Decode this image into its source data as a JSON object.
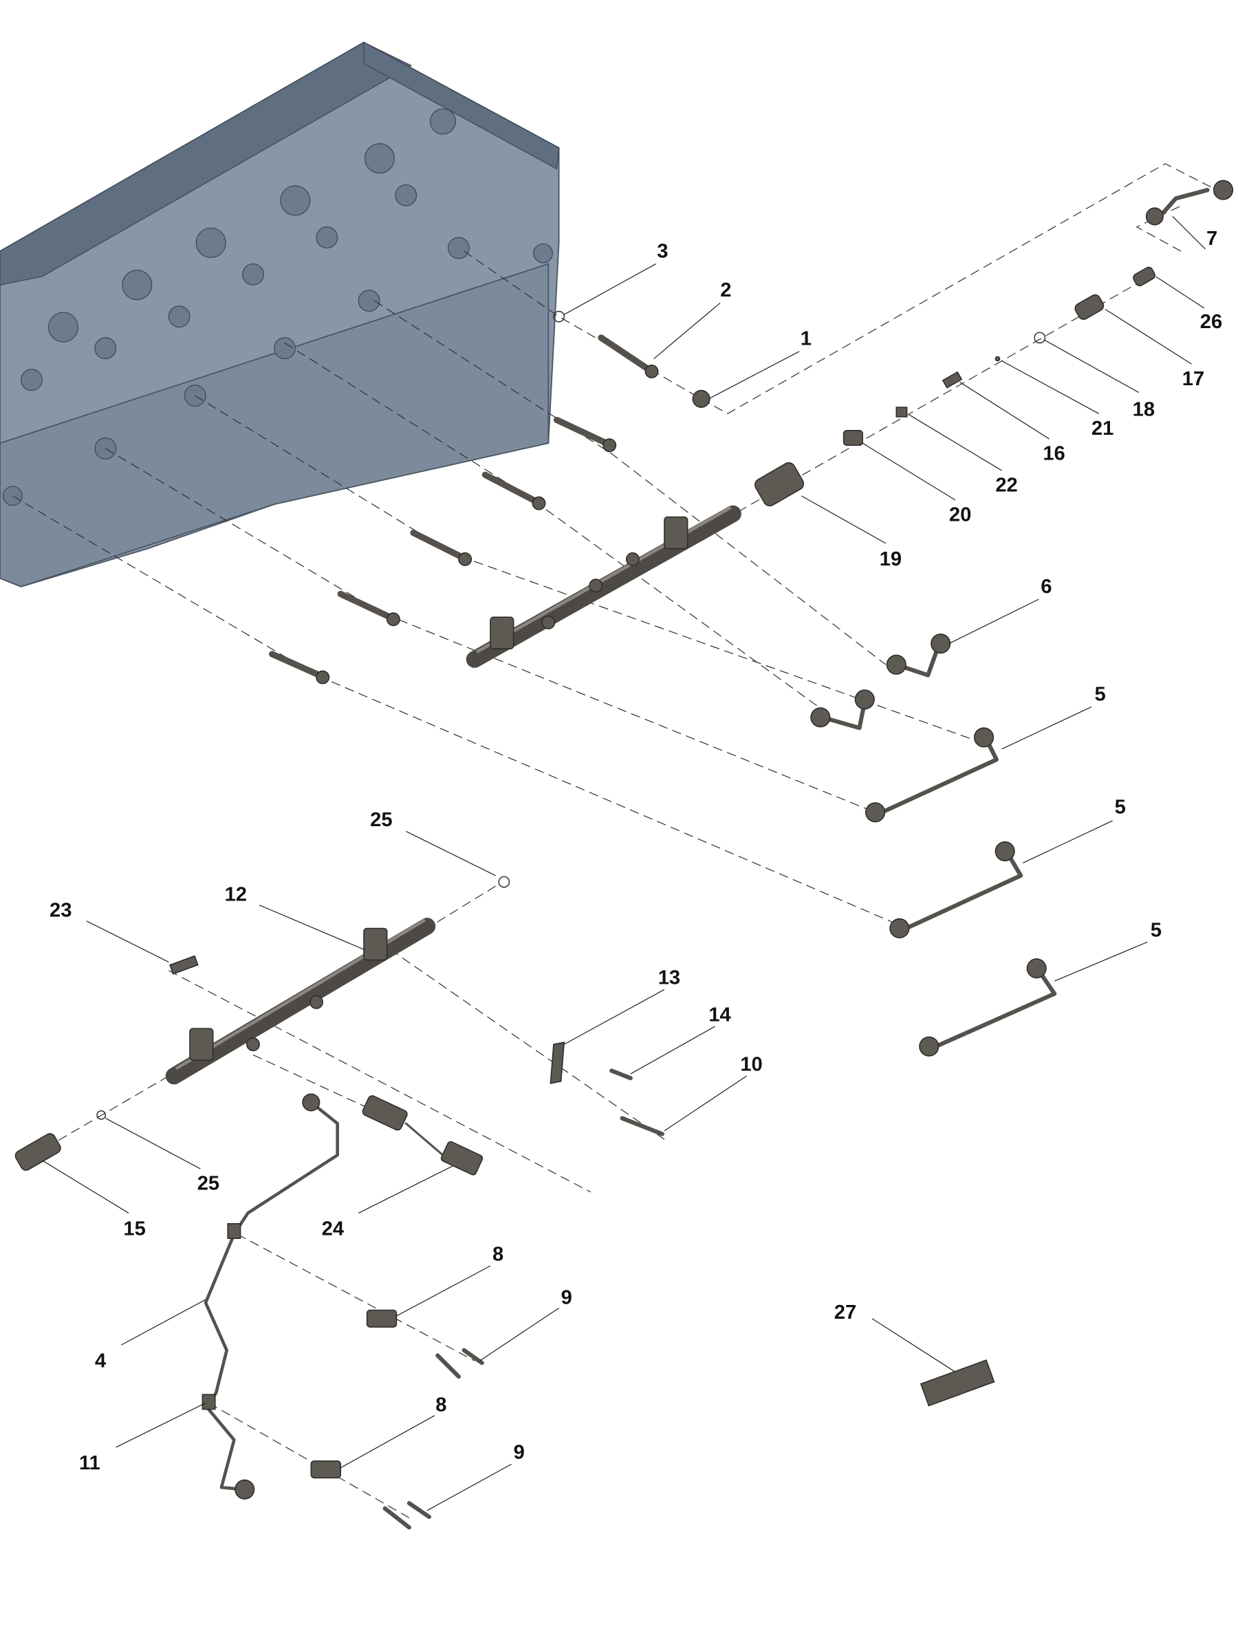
{
  "diagram": {
    "type": "exploded-parts-view",
    "callouts": [
      "3",
      "2",
      "1",
      "7",
      "26",
      "17",
      "18",
      "21",
      "16",
      "22",
      "20",
      "19",
      "6",
      "5",
      "5",
      "5",
      "25",
      "12",
      "23",
      "13",
      "14",
      "10",
      "25",
      "15",
      "24",
      "8",
      "9",
      "27",
      "4",
      "8",
      "9",
      "11"
    ],
    "colors": {
      "engine_block": "#8797a8",
      "parts": "#5d5953",
      "labels": "#111111"
    }
  }
}
